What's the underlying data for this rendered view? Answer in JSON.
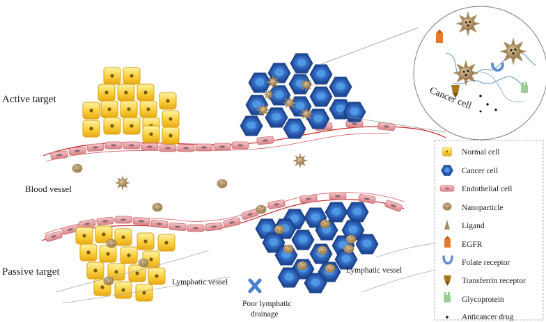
{
  "labels": {
    "active_target": "Active target",
    "passive_target": "Passive target",
    "blood_vessel": "Blood vessel",
    "lymphatic_vessel_left": "Lymphatic vessel",
    "lymphatic_vessel_right": "Lymphatic vessel",
    "poor_drainage_line1": "Poor lymphatic",
    "poor_drainage_line2": "drainage",
    "cancer_cell_zoom": "Cancer cell"
  },
  "legend": {
    "items": [
      {
        "key": "normal",
        "label": "Normal cell"
      },
      {
        "key": "cancer",
        "label": "Cancer cell"
      },
      {
        "key": "endothelial",
        "label": "Endothelial cell"
      },
      {
        "key": "nanoparticle",
        "label": "Nanoparticle"
      },
      {
        "key": "ligand",
        "label": "Ligand"
      },
      {
        "key": "egfr",
        "label": "EGFR"
      },
      {
        "key": "folate",
        "label": "Folate receptor"
      },
      {
        "key": "transferrin",
        "label": "Transferrin receptor"
      },
      {
        "key": "glycoprotein",
        "label": "Glycoprotein"
      },
      {
        "key": "drug",
        "label": "Anticancer drug"
      }
    ]
  },
  "colors": {
    "normal_cell": "#f7c52a",
    "cancer_cell": "#2e5fb3",
    "endothelial": "#e8a2a5",
    "vessel_line": "#c62828",
    "nanoparticle": "#b89a6a",
    "egfr": "#e57a2c",
    "folate": "#5b8fd0",
    "transferrin": "#a8781e",
    "glycoprotein": "#9ccf96"
  }
}
